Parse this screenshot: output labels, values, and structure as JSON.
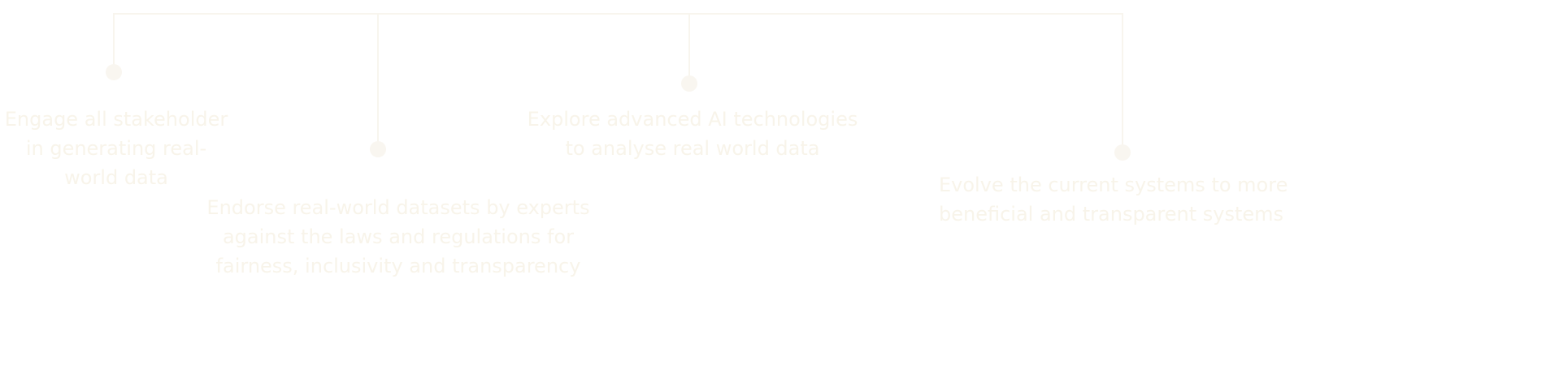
{
  "steps": [
    {
      "lines": [
        "Engage all stakeholder",
        "in generating real-",
        "world data"
      ]
    },
    {
      "lines": [
        "Endorse real-world datasets by experts",
        "against the laws and regulations for",
        "fairness, inclusivity and transparency"
      ]
    },
    {
      "lines": [
        "Explore advanced AI technologies",
        "to analyse real world data"
      ]
    },
    {
      "lines": [
        "Evolve the current systems to more",
        "beneficial and transparent systems"
      ]
    }
  ],
  "colors": {
    "line": "#f8f5ee",
    "text": "#f8f4ea"
  }
}
